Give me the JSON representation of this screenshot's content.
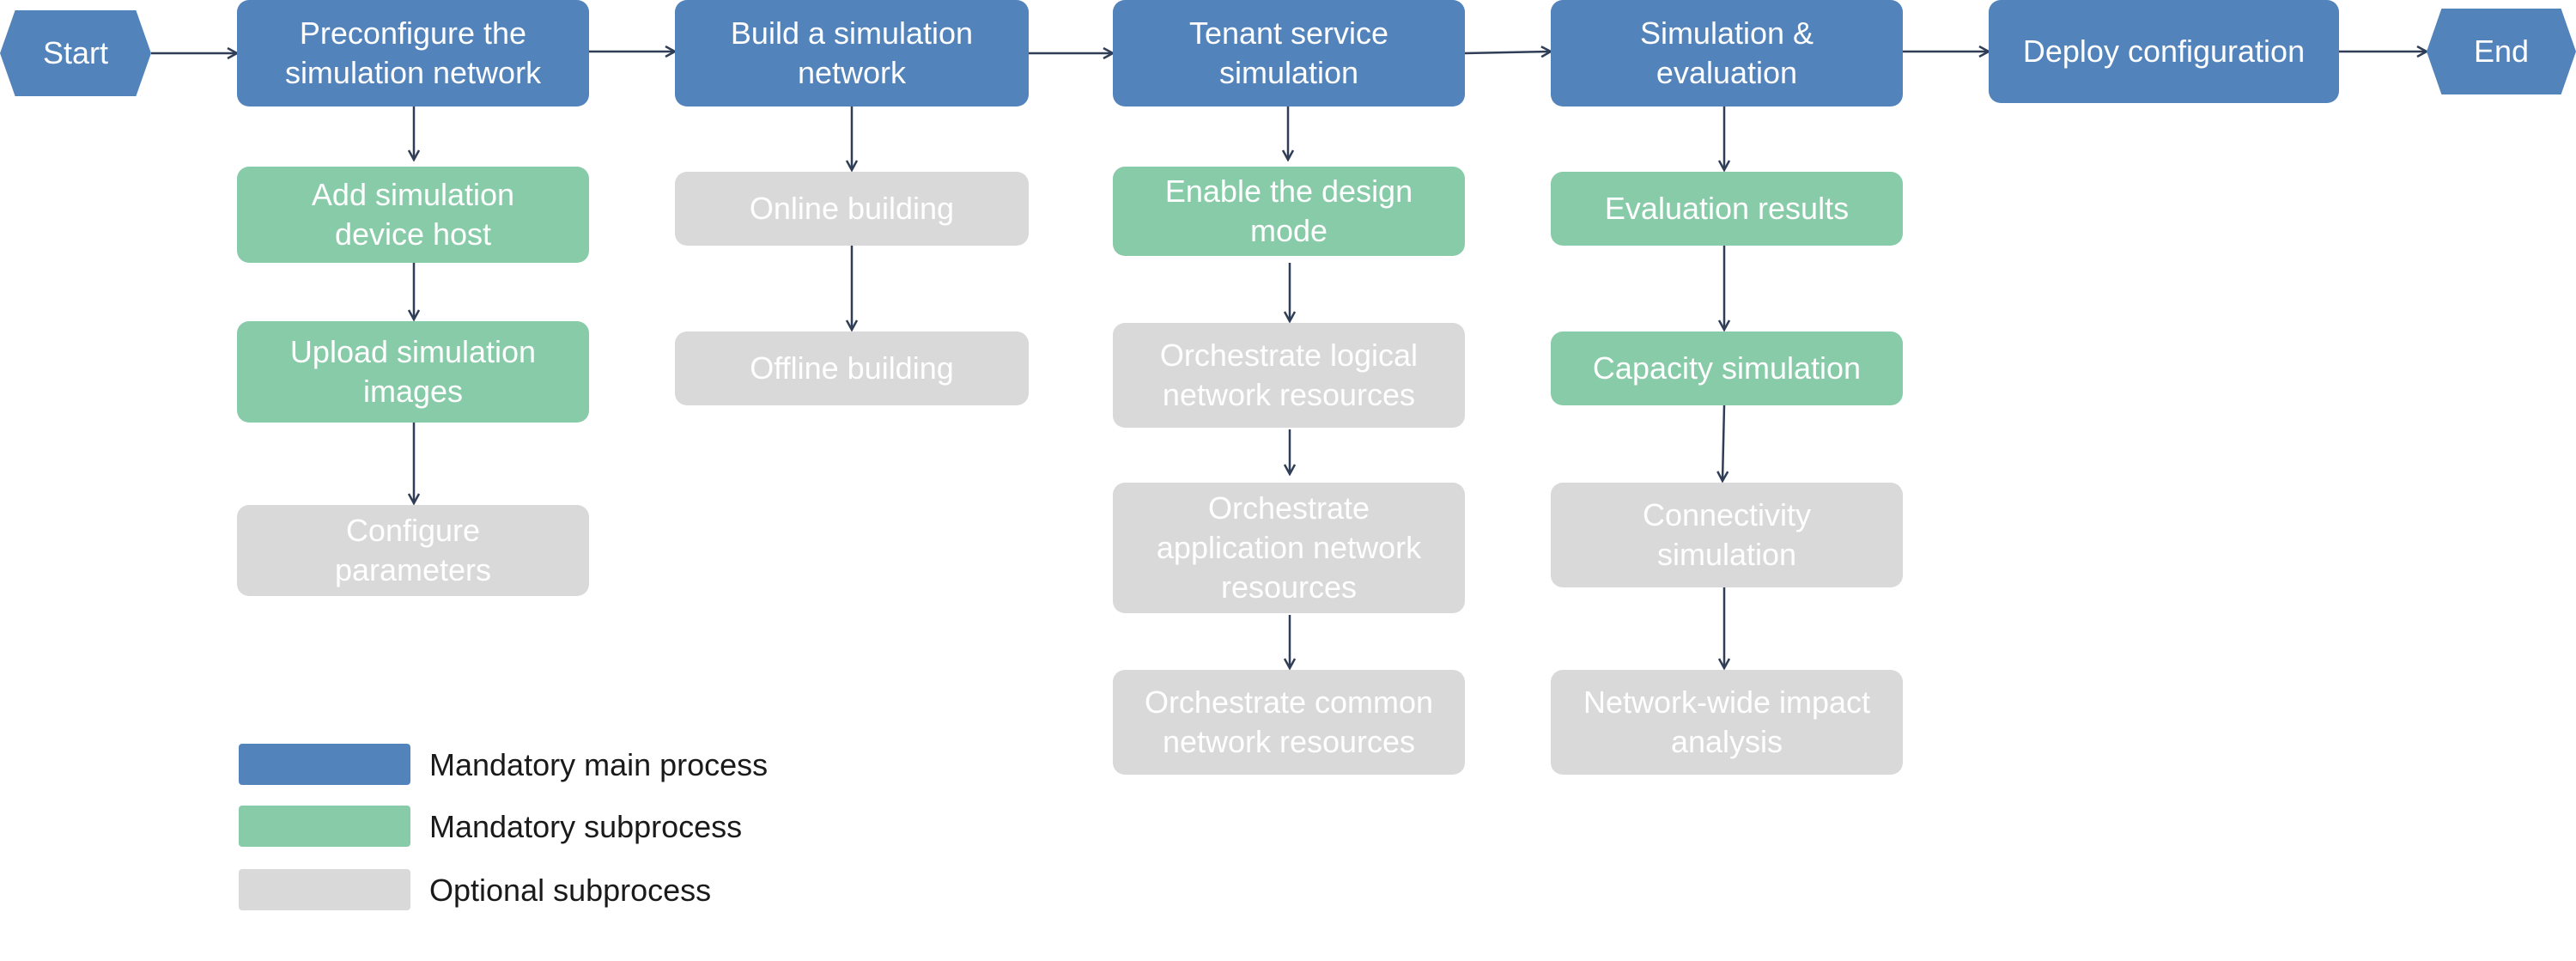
{
  "colors": {
    "mandatory_main": "#5283BB",
    "mandatory_sub": "#88CBA8",
    "optional_sub": "#D9D9D9",
    "arrow": "#2F3E56"
  },
  "flow": {
    "start": "Start",
    "end": "End",
    "steps": [
      {
        "label": "Preconfigure the\nsimulation network",
        "children": [
          {
            "label": "Add simulation\ndevice host",
            "kind": "mandatory"
          },
          {
            "label": "Upload simulation\nimages",
            "kind": "mandatory"
          },
          {
            "label": "Configure\nparameters",
            "kind": "optional"
          }
        ]
      },
      {
        "label": "Build a simulation\nnetwork",
        "children": [
          {
            "label": "Online building",
            "kind": "optional"
          },
          {
            "label": "Offline building",
            "kind": "optional"
          }
        ]
      },
      {
        "label": "Tenant service\nsimulation",
        "children": [
          {
            "label": "Enable the design\nmode",
            "kind": "mandatory"
          },
          {
            "label": "Orchestrate logical\nnetwork resources",
            "kind": "optional"
          },
          {
            "label": "Orchestrate\napplication network\nresources",
            "kind": "optional"
          },
          {
            "label": "Orchestrate common\nnetwork resources",
            "kind": "optional"
          }
        ]
      },
      {
        "label": "Simulation &\nevaluation",
        "children": [
          {
            "label": "Evaluation results",
            "kind": "mandatory"
          },
          {
            "label": "Capacity simulation",
            "kind": "mandatory"
          },
          {
            "label": "Connectivity\nsimulation",
            "kind": "optional"
          },
          {
            "label": "Network-wide impact\nanalysis",
            "kind": "optional"
          }
        ]
      },
      {
        "label": "Deploy configuration",
        "children": []
      }
    ]
  },
  "legend": [
    {
      "label": "Mandatory main process",
      "kind": "main"
    },
    {
      "label": "Mandatory subprocess",
      "kind": "mandatory"
    },
    {
      "label": "Optional subprocess",
      "kind": "optional"
    }
  ]
}
